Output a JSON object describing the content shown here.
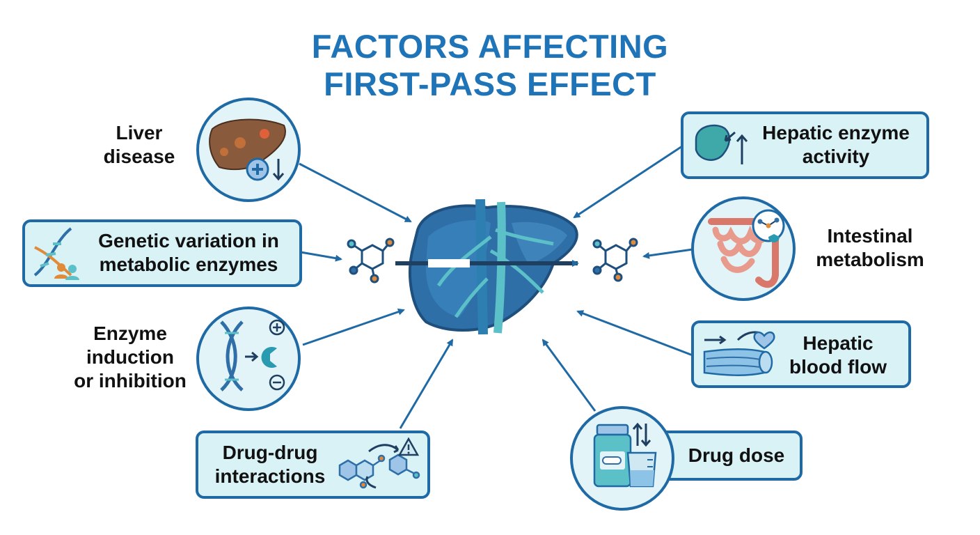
{
  "title": {
    "line1": "FACTORS AFFECTING",
    "line2": "FIRST-PASS EFFECT"
  },
  "factors": {
    "liver_disease": {
      "line1": "Liver",
      "line2": "disease"
    },
    "genetic_variation": {
      "line1": "Genetic variation in",
      "line2": "metabolic enzymes"
    },
    "enzyme_induction": {
      "line1": "Enzyme",
      "line2": "induction",
      "line3": "or inhibition"
    },
    "drug_interactions": {
      "line1": "Drug-drug",
      "line2": "interactions"
    },
    "hepatic_enzyme_activity": {
      "line1": "Hepatic enzyme",
      "line2": "activity"
    },
    "intestinal_metabolism": {
      "line1": "Intestinal",
      "line2": "metabolism"
    },
    "hepatic_blood_flow": {
      "line1": "Hepatic",
      "line2": "blood flow"
    },
    "drug_dose": {
      "line1": "Drug dose"
    }
  },
  "icons": [
    "liver-disease-icon",
    "dna-icon",
    "enzyme-icon",
    "molecule-icon",
    "warning-icon",
    "intestine-icon",
    "blood-vessel-icon",
    "heart-icon",
    "pill-bottle-icon",
    "measuring-cup-icon",
    "liver-icon"
  ],
  "colors": {
    "title": "#1f74b8",
    "border": "#1f6aa5",
    "box_fill": "#d9f2f6",
    "circle_fill": "#e2f4f8",
    "liver_blue": "#2f6fa8",
    "vessel_teal": "#5cc0c8",
    "arrow": "#1f6aa5"
  }
}
